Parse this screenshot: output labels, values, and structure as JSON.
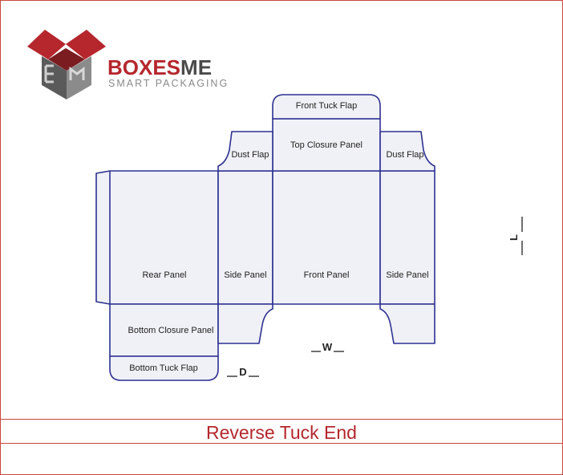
{
  "logo": {
    "brand_part1": "BOXES",
    "brand_part2": "ME",
    "tagline": "SMART PACKAGING",
    "colors": {
      "red": "#b5272d",
      "dark": "#4a4a4a",
      "gray": "#8a8a8a"
    }
  },
  "dieline": {
    "panels": {
      "front_tuck_flap": "Front Tuck Flap",
      "top_closure_panel": "Top Closure Panel",
      "dust_flap_left": "Dust Flap",
      "dust_flap_right": "Dust Flap",
      "rear_panel": "Rear Panel",
      "side_panel_left": "Side Panel",
      "front_panel": "Front Panel",
      "side_panel_right": "Side Panel",
      "bottom_closure_panel": "Bottom Closure Panel",
      "bottom_tuck_flap": "Bottom Tuck Flap"
    },
    "dimensions": {
      "width": "W",
      "depth": "D",
      "length": "L"
    },
    "colors": {
      "stroke": "#2e3192",
      "fill": "#f0f1f6",
      "frame": "#c9483c"
    }
  },
  "footer": {
    "title": "Reverse Tuck End",
    "title_color": "#b5272d"
  }
}
